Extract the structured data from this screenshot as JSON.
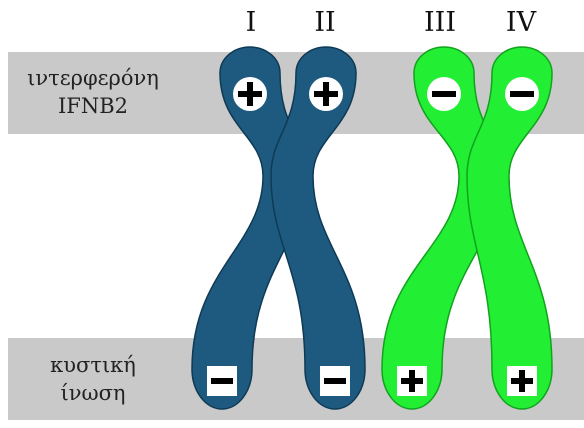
{
  "chromatid_numerals": [
    "I",
    "II",
    "III",
    "IV"
  ],
  "top_band": {
    "label_line1": "ιντερφερόνη",
    "label_line2": "IFNB2"
  },
  "bottom_band": {
    "label_line1": "κυστική",
    "label_line2": "ίνωση"
  },
  "chromosomes": [
    {
      "color": "#1e5a7f",
      "outline": "#0f3a55",
      "top_signs": [
        "+",
        "+"
      ],
      "bottom_signs": [
        "−",
        "−"
      ]
    },
    {
      "color": "#22ee33",
      "outline": "#12a21e",
      "top_signs": [
        "−",
        "−"
      ],
      "bottom_signs": [
        "+",
        "+"
      ]
    }
  ]
}
